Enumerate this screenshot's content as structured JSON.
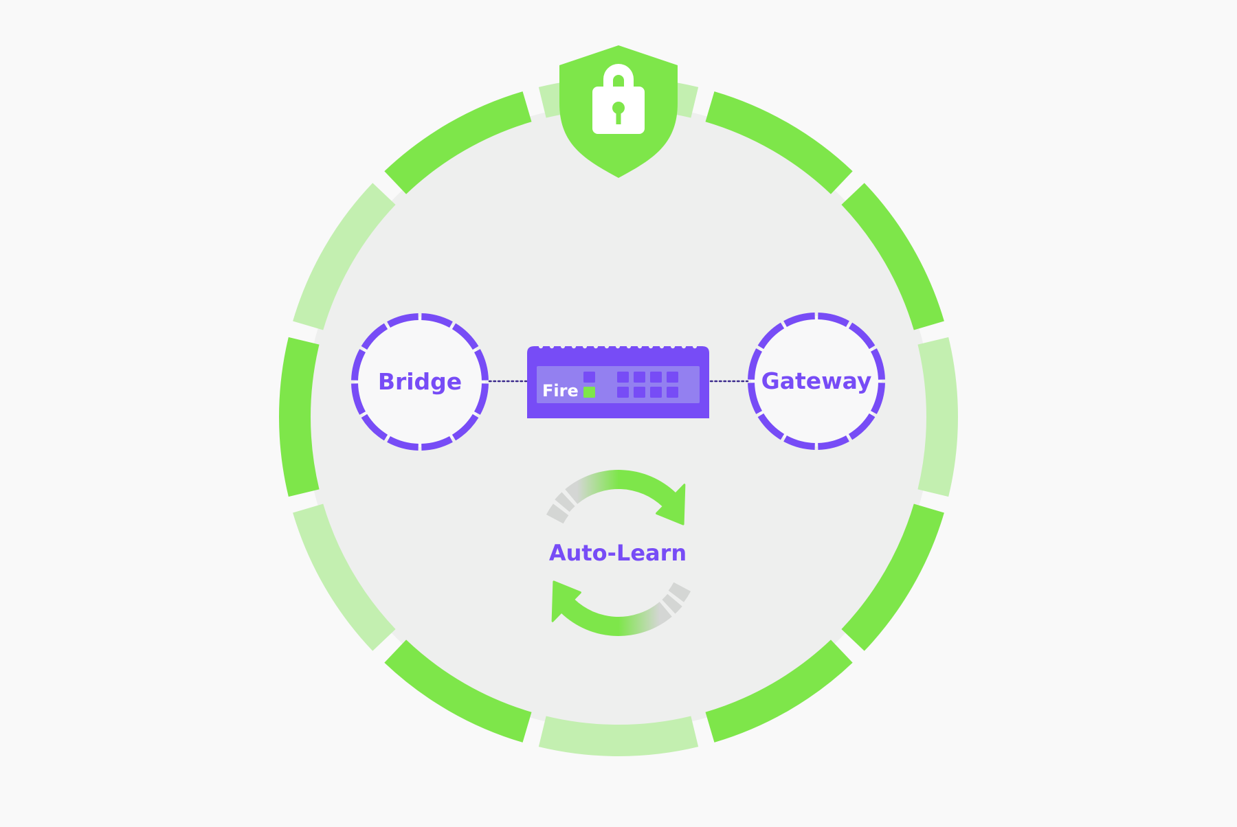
{
  "colors": {
    "background": "#f9f9f9",
    "disk": "#eeefee",
    "green_bright": "#7ee64a",
    "green_light": "#c3efb0",
    "purple": "#774cf6",
    "purple_panel": "#9380f0",
    "node_fill": "#f8f8f9",
    "dotted_line": "#3b2a8c",
    "arrow_gray": "#d4d6d4",
    "white": "#ffffff"
  },
  "ring": {
    "segments": [
      {
        "angle": 0,
        "style": "light"
      },
      {
        "angle": 30,
        "style": "bright"
      },
      {
        "angle": 60,
        "style": "bright"
      },
      {
        "angle": 90,
        "style": "light"
      },
      {
        "angle": 120,
        "style": "bright"
      },
      {
        "angle": 150,
        "style": "bright"
      },
      {
        "angle": 180,
        "style": "light"
      },
      {
        "angle": 210,
        "style": "bright"
      },
      {
        "angle": 240,
        "style": "light"
      },
      {
        "angle": 270,
        "style": "bright"
      },
      {
        "angle": 300,
        "style": "light"
      },
      {
        "angle": 330,
        "style": "bright"
      }
    ]
  },
  "badge": {
    "icon": "shield-lock-icon"
  },
  "nodes": {
    "left": {
      "label": "Bridge"
    },
    "right": {
      "label": "Gateway"
    }
  },
  "device": {
    "label": "Fire",
    "status_led": "green"
  },
  "cycle": {
    "label": "Auto-Learn",
    "icon": "refresh-cycle-icon"
  }
}
